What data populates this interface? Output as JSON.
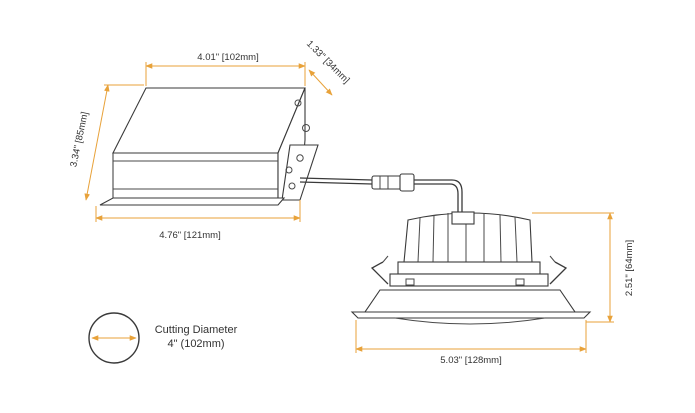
{
  "colors": {
    "dimension": "#e8a23a",
    "outline": "#3a3a3a",
    "text": "#333333"
  },
  "driver_box": {
    "width_label": "4.01\" [102mm]",
    "depth_label": "1.33\" [34mm]",
    "height_label": "3.34\" [85mm]",
    "base_width_label": "4.76\" [121mm]"
  },
  "fixture": {
    "height_label": "2.51\" [64mm]",
    "width_label": "5.03\" [128mm]"
  },
  "cutout": {
    "caption_line1": "Cutting Diameter",
    "caption_line2": "4\" (102mm)"
  }
}
